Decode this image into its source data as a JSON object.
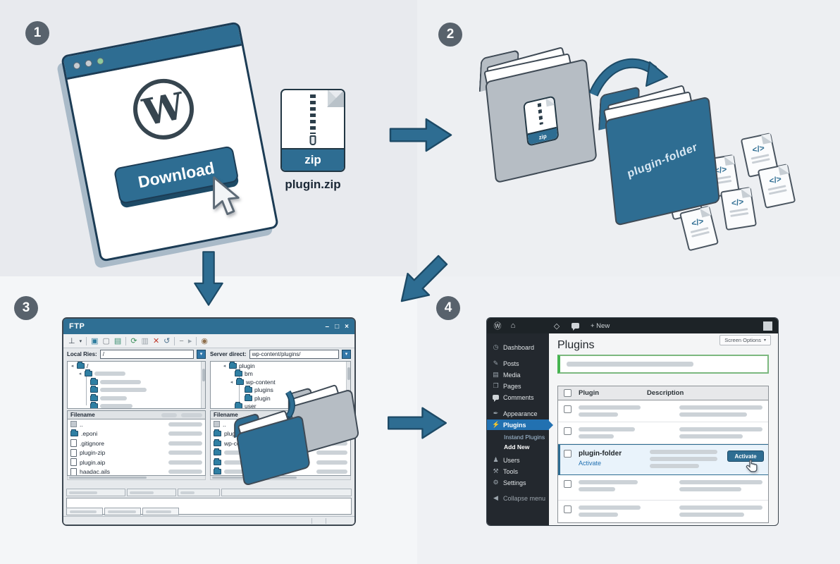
{
  "palette": {
    "accent": "#2e6d92",
    "accent_dark": "#1d4a66",
    "badge_bg": "#58626c",
    "wp_blue": "#2271b1",
    "notice_green": "#46b450"
  },
  "badges": {
    "s1": "1",
    "s2": "2",
    "s3": "3",
    "s4": "4"
  },
  "step1": {
    "logo_letter": "W",
    "download_label": "Download",
    "zip_badge": "zip",
    "zip_filename": "plugin.zip"
  },
  "step2": {
    "zip_badge": "zip",
    "folder_label": "plugin-folder",
    "code_glyph": "</>"
  },
  "step3": {
    "window_title": "FTP",
    "min": "–",
    "max": "□",
    "close": "×",
    "local_label": "Local Ries:",
    "local_value": "/",
    "server_label": "Server direct:",
    "server_value": "wp-content/plugins/",
    "filename_header": "Filename",
    "left_tree_root": "/",
    "server_tree": [
      "plugin",
      "bm",
      "wp-content",
      "plugins",
      "plugin",
      "user"
    ],
    "local_files": [
      "..",
      ".eponi",
      ".gitignore",
      "plugin-zip",
      "plugin.aip",
      "haadac.ails"
    ],
    "server_files": [
      "..",
      "plugin-folder",
      "wp-content"
    ]
  },
  "step4": {
    "new_label": "+ New",
    "screen_options_label": "Screen Options",
    "page_title": "Plugins",
    "col_plugin": "Plugin",
    "col_desc": "Description",
    "menu": [
      "Dashboard",
      "Posts",
      "Media",
      "Pages",
      "Comments",
      "Appearance",
      "Plugins"
    ],
    "submenu": [
      "Instand Plugins",
      "Add New"
    ],
    "menu2": [
      "Users",
      "Tools",
      "Settings",
      "Collapse menu"
    ],
    "plugin_name": "plugin-folder",
    "activate_link": "Activate",
    "activate_button": "Activate"
  },
  "icons": {
    "wp_logo": "Ⓦ",
    "home": "⌂",
    "updates": "◇",
    "dashboard": "◷",
    "posts": "✎",
    "media": "▤",
    "pages": "❐",
    "appearance": "✒",
    "plugins": "⚡",
    "users": "♟",
    "tools": "⚒",
    "settings": "⚙",
    "collapse": "◀",
    "chevron_down": "▾",
    "tb_site": "⊥",
    "tb_win": "▣",
    "tb_page": "▢",
    "tb_sync": "▤",
    "tb_refresh": "⟳",
    "tb_file": "▥",
    "tb_delete": "✕",
    "tb_undo": "↺",
    "tb_minus": "−",
    "tb_play": "▸",
    "tb_find": "◉",
    "tree_open": "◂",
    "tree_node": "▸"
  }
}
